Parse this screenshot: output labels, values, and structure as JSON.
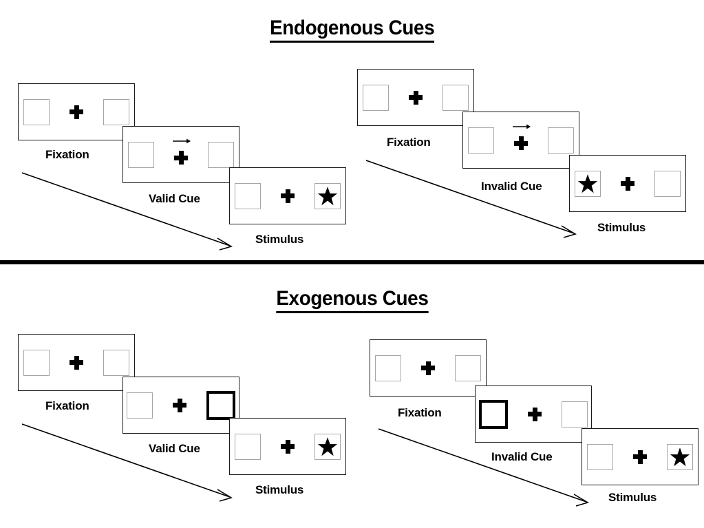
{
  "figure": {
    "title_endogenous": "Endogenous Cues",
    "title_exogenous": "Exogenous Cues",
    "colors": {
      "ink": "#000000",
      "card_border": "#1a1a1a",
      "slot_border": "#a6a6a6",
      "cued_border": "#000000",
      "background": "#ffffff"
    }
  },
  "sections": [
    {
      "id": "endogenous",
      "title": "Endogenous Cues",
      "panels": [
        {
          "id": "endogenous-valid",
          "condition": "valid",
          "cards": [
            {
              "caption": "Fixation",
              "left_content": "empty",
              "right_content": "empty",
              "cue": "none",
              "cued_side": "none"
            },
            {
              "caption": "Valid Cue",
              "left_content": "empty",
              "right_content": "empty",
              "cue": "central-arrow-right",
              "cued_side": "right"
            },
            {
              "caption": "Stimulus",
              "left_content": "empty",
              "right_content": "star",
              "cue": "none",
              "cued_side": "none"
            }
          ]
        },
        {
          "id": "endogenous-invalid",
          "condition": "invalid",
          "cards": [
            {
              "caption": "Fixation",
              "left_content": "empty",
              "right_content": "empty",
              "cue": "none",
              "cued_side": "none"
            },
            {
              "caption": "Invalid Cue",
              "left_content": "empty",
              "right_content": "empty",
              "cue": "central-arrow-right",
              "cued_side": "right"
            },
            {
              "caption": "Stimulus",
              "left_content": "star",
              "right_content": "empty",
              "cue": "none",
              "cued_side": "none"
            }
          ]
        }
      ]
    },
    {
      "id": "exogenous",
      "title": "Exogenous Cues",
      "panels": [
        {
          "id": "exogenous-valid",
          "condition": "valid",
          "cards": [
            {
              "caption": "Fixation",
              "left_content": "empty",
              "right_content": "empty",
              "cue": "none",
              "cued_side": "none"
            },
            {
              "caption": "Valid Cue",
              "left_content": "empty",
              "right_content": "empty",
              "cue": "peripheral-box",
              "cued_side": "right"
            },
            {
              "caption": "Stimulus",
              "left_content": "empty",
              "right_content": "star",
              "cue": "none",
              "cued_side": "none"
            }
          ]
        },
        {
          "id": "exogenous-invalid",
          "condition": "invalid",
          "cards": [
            {
              "caption": "Fixation",
              "left_content": "empty",
              "right_content": "empty",
              "cue": "none",
              "cued_side": "none"
            },
            {
              "caption": "Invalid Cue",
              "left_content": "empty",
              "right_content": "empty",
              "cue": "peripheral-box",
              "cued_side": "left"
            },
            {
              "caption": "Stimulus",
              "left_content": "empty",
              "right_content": "star",
              "cue": "none",
              "cued_side": "none"
            }
          ]
        }
      ]
    }
  ],
  "labels": {
    "fixation": "Fixation",
    "valid_cue": "Valid Cue",
    "invalid_cue": "Invalid Cue",
    "stimulus": "Stimulus"
  }
}
